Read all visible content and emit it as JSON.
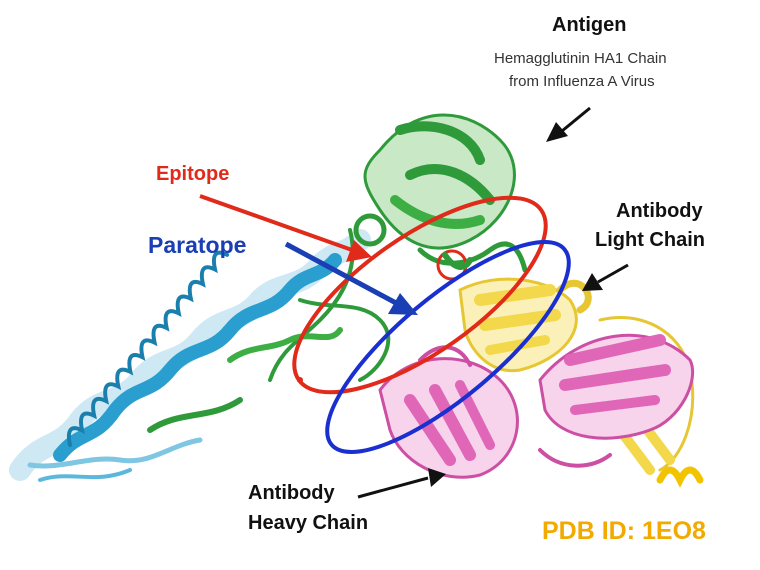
{
  "antigen": {
    "title": "Antigen",
    "line1": "Hemagglutinin HA1 Chain",
    "line2": "from Influenza A Virus"
  },
  "epitope": {
    "label": "Epitope",
    "color": "#e02a1a"
  },
  "paratope": {
    "label": "Paratope",
    "color": "#1a3fb5"
  },
  "light_chain": {
    "line1": "Antibody",
    "line2": "Light Chain"
  },
  "heavy_chain": {
    "line1": "Antibody",
    "line2": "Heavy Chain"
  },
  "pdb": {
    "label": "PDB ID: 1EO8",
    "color": "#f2a900"
  },
  "colors": {
    "antigen_green": "#2f9a3a",
    "stalk_cyan": "#2a9fcf",
    "light_yellow": "#f2d84a",
    "heavy_pink": "#e066b8"
  }
}
